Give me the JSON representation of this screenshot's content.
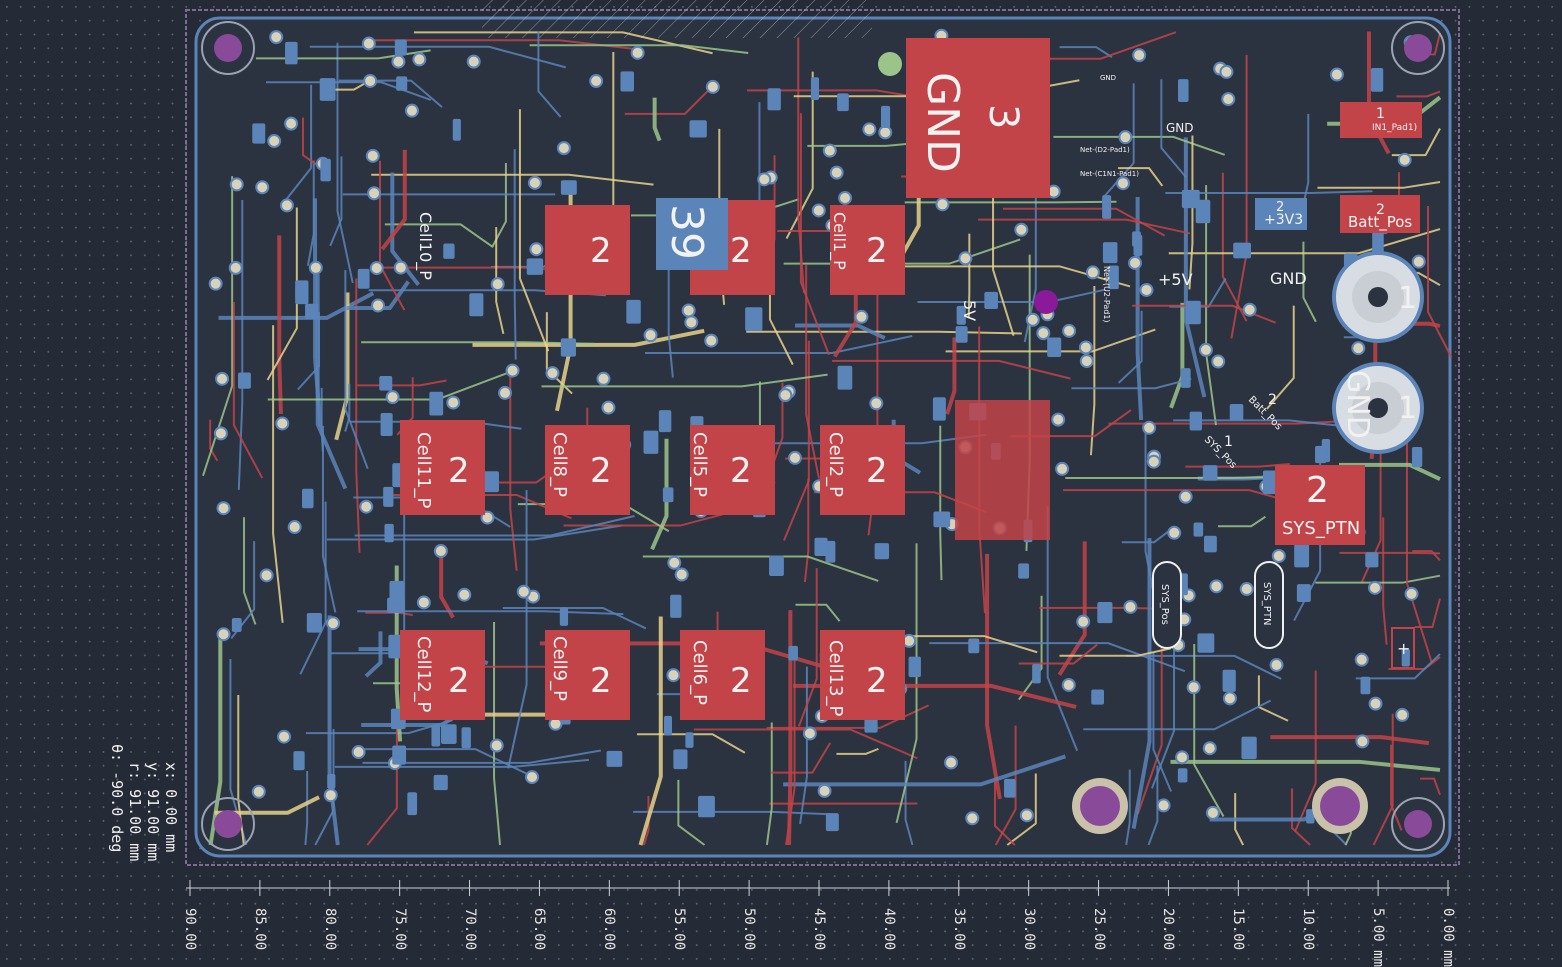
{
  "editor": {
    "readout": {
      "x": "x: 0.00 mm",
      "y": "y: 91.00 mm",
      "r": "r: 91.00 mm",
      "theta": "θ: -90.0 deg"
    },
    "ruler_ticks": [
      "90.00",
      "85.00",
      "80.00",
      "75.00",
      "70.00",
      "65.00",
      "60.00",
      "55.00",
      "50.00",
      "45.00",
      "40.00",
      "35.00",
      "30.00",
      "25.00",
      "20.00",
      "15.00",
      "10.00",
      "5.00 mm",
      "0.00 mm"
    ]
  },
  "colors": {
    "front_copper": "#c24448",
    "back_copper": "#5b84b8",
    "silkscreen": "#e8d28a",
    "via": "#c9c2a8",
    "mounting_hole": "#8a4a9a",
    "board_edge": "#a58bb3",
    "zone": "#9bc48a"
  },
  "pads": {
    "gnd_top": "GND",
    "gnd_top_num": "3",
    "num_39": "39",
    "num_2": "2",
    "num_1": "1",
    "cell10": "Cell10_P",
    "cell11": "Cell11_P",
    "cell8": "Cell8_P",
    "cell5": "Cell5_P",
    "cell2": "Cell2_P",
    "cell1": "Cell1_P",
    "cell12": "Cell12_P",
    "cell9": "Cell9_P",
    "cell6": "Cell6_P",
    "cell13": "Cell13_P",
    "plus3v3": "+3V3",
    "plus5v": "+5V",
    "five_v": "5V",
    "gnd_mid": "GND",
    "batt_pos": "Batt_Pos",
    "sys_ptn": "SYS_PTN",
    "sys_pos": "SYS_Pos",
    "gnd_sm": "GND",
    "in1_pad": "IN1_Pad1)",
    "net_d2": "Net-(D2-Pad1)",
    "net_c1n": "Net-(C1N1-Pad1)",
    "gnd_tiny": "GND",
    "net_u2": "Net-(U2-Pad1)",
    "gnd_big": "GND",
    "plus": "+"
  }
}
